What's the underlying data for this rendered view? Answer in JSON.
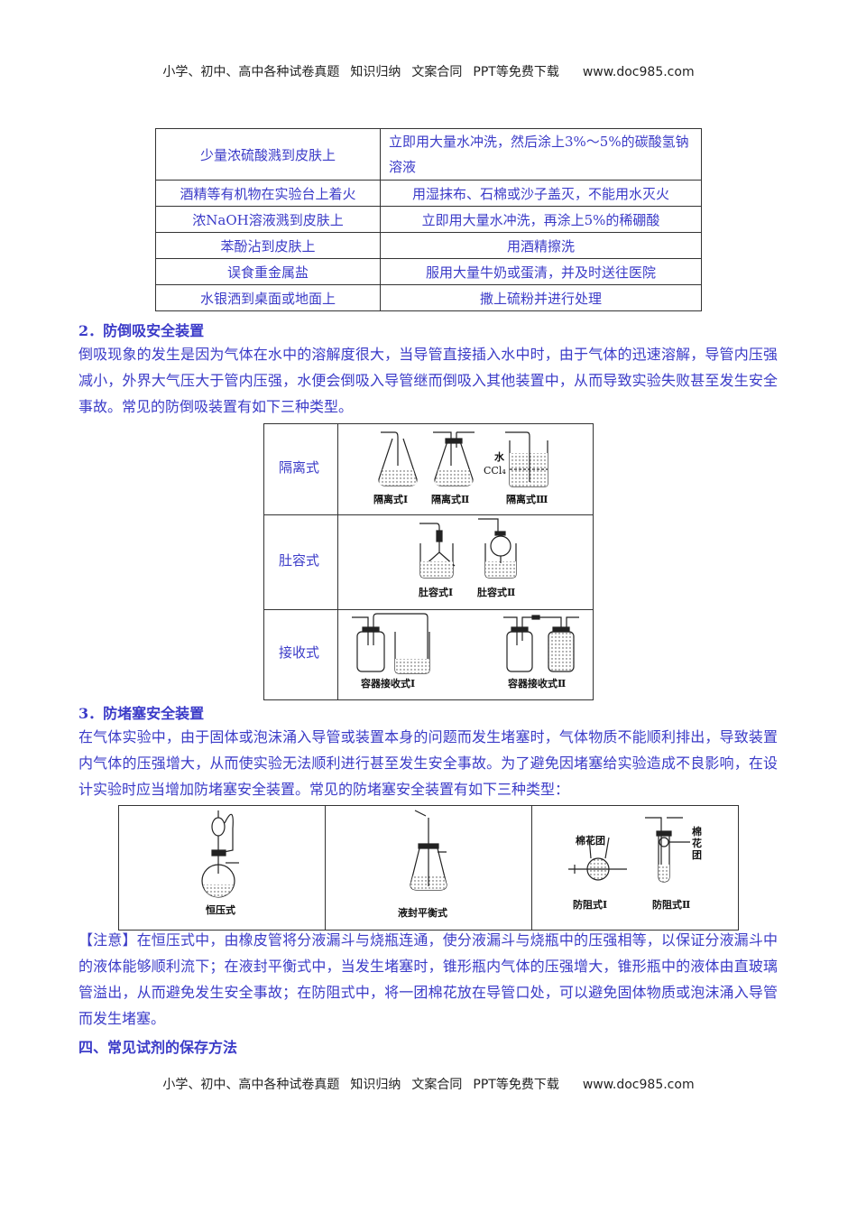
{
  "header": {
    "items": [
      "小学、初中、高中各种试卷真题",
      "知识归纳",
      "文案合同",
      "PPT等免费下载"
    ],
    "site": "www.doc985.com"
  },
  "accident_table": {
    "rows": [
      {
        "situation": "少量浓硫酸溅到皮肤上",
        "treatment": "立即用大量水冲洗，然后涂上3%～5%的碳酸氢钠溶液"
      },
      {
        "situation": "酒精等有机物在实验台上着火",
        "treatment": "用湿抹布、石棉或沙子盖灭，不能用水灭火"
      },
      {
        "situation": "浓NaOH溶液溅到皮肤上",
        "treatment": "立即用大量水冲洗，再涂上5%的稀硼酸"
      },
      {
        "situation": "苯酚沾到皮肤上",
        "treatment": "用酒精擦洗"
      },
      {
        "situation": "误食重金属盐",
        "treatment": "服用大量牛奶或蛋清，并及时送往医院"
      },
      {
        "situation": "水银洒到桌面或地面上",
        "treatment": "撒上硫粉并进行处理"
      }
    ]
  },
  "section2": {
    "heading": "2．防倒吸安全装置",
    "paragraph": "倒吸现象的发生是因为气体在水中的溶解度很大，当导管直接插入水中时，由于气体的迅速溶解，导管内压强减小，外界大气压大于管内压强，水便会倒吸入导管继而倒吸入其他装置中，从而导致实验失败甚至发生安全事故。常见的防倒吸装置有如下三种类型。",
    "figure": {
      "rows": [
        {
          "label": "隔离式",
          "captions": [
            "隔离式Ⅰ",
            "隔离式Ⅱ",
            "隔离式Ⅲ"
          ],
          "annotations": [
            "水",
            "CCl₄"
          ]
        },
        {
          "label": "肚容式",
          "captions": [
            "肚容式Ⅰ",
            "肚容式Ⅱ"
          ]
        },
        {
          "label": "接收式",
          "captions": [
            "容器接收式Ⅰ",
            "容器接收式Ⅱ"
          ]
        }
      ]
    }
  },
  "section3": {
    "heading": "3．防堵塞安全装置",
    "paragraph": "在气体实验中，由于固体或泡沫涌入导管或装置本身的问题而发生堵塞时，气体物质不能顺利排出，导致装置内气体的压强增大，从而使实验无法顺利进行甚至发生安全事故。为了避免因堵塞给实验造成不良影响，在设计实验时应当增加防堵塞安全装置。常见的防堵塞安全装置有如下三种类型：",
    "figure": {
      "captions": [
        "恒压式",
        "液封平衡式",
        "防阻式Ⅰ",
        "防阻式Ⅱ"
      ],
      "annotations": [
        "棉花团",
        "棉花团"
      ]
    },
    "note_tag": "【注意】",
    "note": "在恒压式中，由橡皮管将分液漏斗与烧瓶连通，使分液漏斗与烧瓶中的压强相等，以保证分液漏斗中的液体能够顺利流下；在液封平衡式中，当发生堵塞时，锥形瓶内气体的压强增大，锥形瓶中的液体由直玻璃管溢出，从而避免发生安全事故；在防阻式中，将一团棉花放在导管口处，可以避免固体物质或泡沫涌入导管而发生堵塞。"
  },
  "section4": {
    "heading": "四、常见试剂的保存方法"
  },
  "footer": {
    "items": [
      "小学、初中、高中各种试卷真题",
      "知识归纳",
      "文案合同",
      "PPT等免费下载"
    ],
    "site": "www.doc985.com"
  },
  "colors": {
    "text_blue": "#3b3bc8",
    "border": "#333333"
  }
}
